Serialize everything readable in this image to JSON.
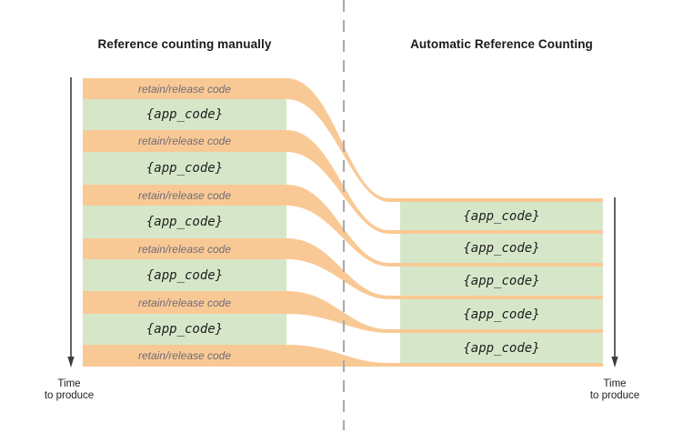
{
  "titles": {
    "left": "Reference counting manually",
    "right": "Automatic Reference Counting"
  },
  "left_stack": {
    "retain_labels": [
      "retain/release code",
      "retain/release code",
      "retain/release code",
      "retain/release code",
      "retain/release code",
      "retain/release code"
    ],
    "app_labels": [
      "{app_code}",
      "{app_code}",
      "{app_code}",
      "{app_code}",
      "{app_code}"
    ]
  },
  "right_stack": {
    "app_labels": [
      "{app_code}",
      "{app_code}",
      "{app_code}",
      "{app_code}",
      "{app_code}"
    ]
  },
  "time_axes": {
    "left": {
      "line1": "Time",
      "line2": "to produce"
    },
    "right": {
      "line1": "Time",
      "line2": "to produce"
    }
  },
  "colors": {
    "orange_band": "#f9c995",
    "green_block": "#d6e7c9",
    "dashed_divider": "#ababab",
    "time_arrow": "#3d3d3d",
    "retain_text": "#6f6b7a",
    "app_text": "#1d1d1d",
    "title_text": "#1a1a1a"
  }
}
